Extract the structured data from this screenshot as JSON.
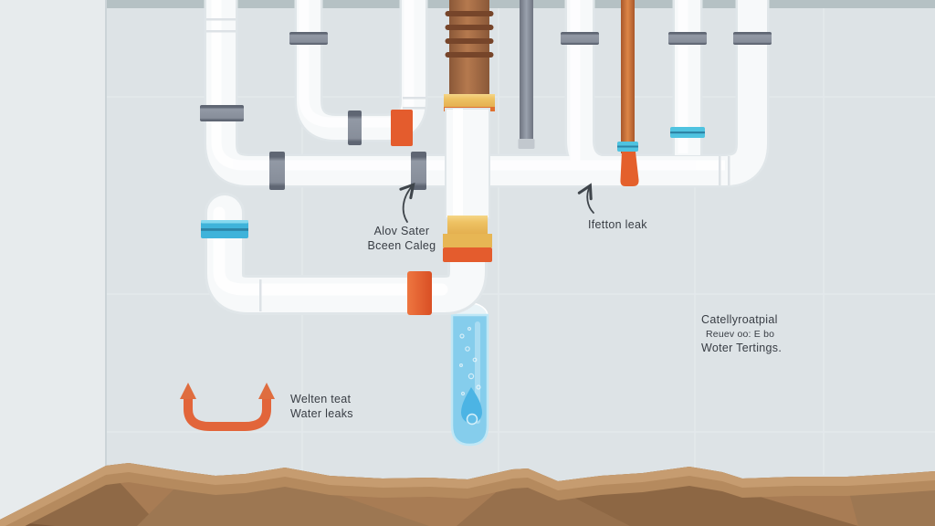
{
  "scene": {
    "description": "Flat vector illustration of basement plumbing pipes with leak annotations, a water collection tube and low-poly ground",
    "annotations": {
      "coupling_note": {
        "line1": "Alov Sater",
        "line2": "Bceen Caleg"
      },
      "leak_note": {
        "text": "Ifetton leak"
      },
      "info_note": {
        "line1": "Catellyroatpial",
        "line2": "Reuev oo: E bo",
        "line3": "Woter Tertings."
      },
      "flow_note": {
        "line1": "Welten teat",
        "line2": "Water leaks"
      }
    },
    "colors": {
      "wall": "#dde3e6",
      "wall_left": "#e7ebed",
      "wall_line": "#ccd4d8",
      "ceiling": "#b5c1c4",
      "pipe_white": "#f7f9fa",
      "pipe_edge": "#e0e6e9",
      "pipe_highlight": "#ffffff",
      "gray_coupling": "#9299a5",
      "gray_coupling_dark": "#5f6673",
      "blue_coupling": "#3fb3da",
      "cyan_coupling": "#4fc3e0",
      "gold_coupling": "#eec263",
      "orange_coupling": "#e45c2d",
      "copper": "#b5794e",
      "copper_rib": "#76452a",
      "copper_thin": "#cd7038",
      "gray_pipe": "#8f96a2",
      "water": "#85cdec",
      "water_drop": "#4cb4e4",
      "glass_rim": "#bfe7f6",
      "ground": "#a87c54",
      "ground_light": "#c69c70",
      "ground_mid": "#b58a5e",
      "ground_dark": "#8f6946",
      "arrow_dark": "#3f454b",
      "arc_orange": "#e2653a",
      "text": "#383d44"
    }
  }
}
